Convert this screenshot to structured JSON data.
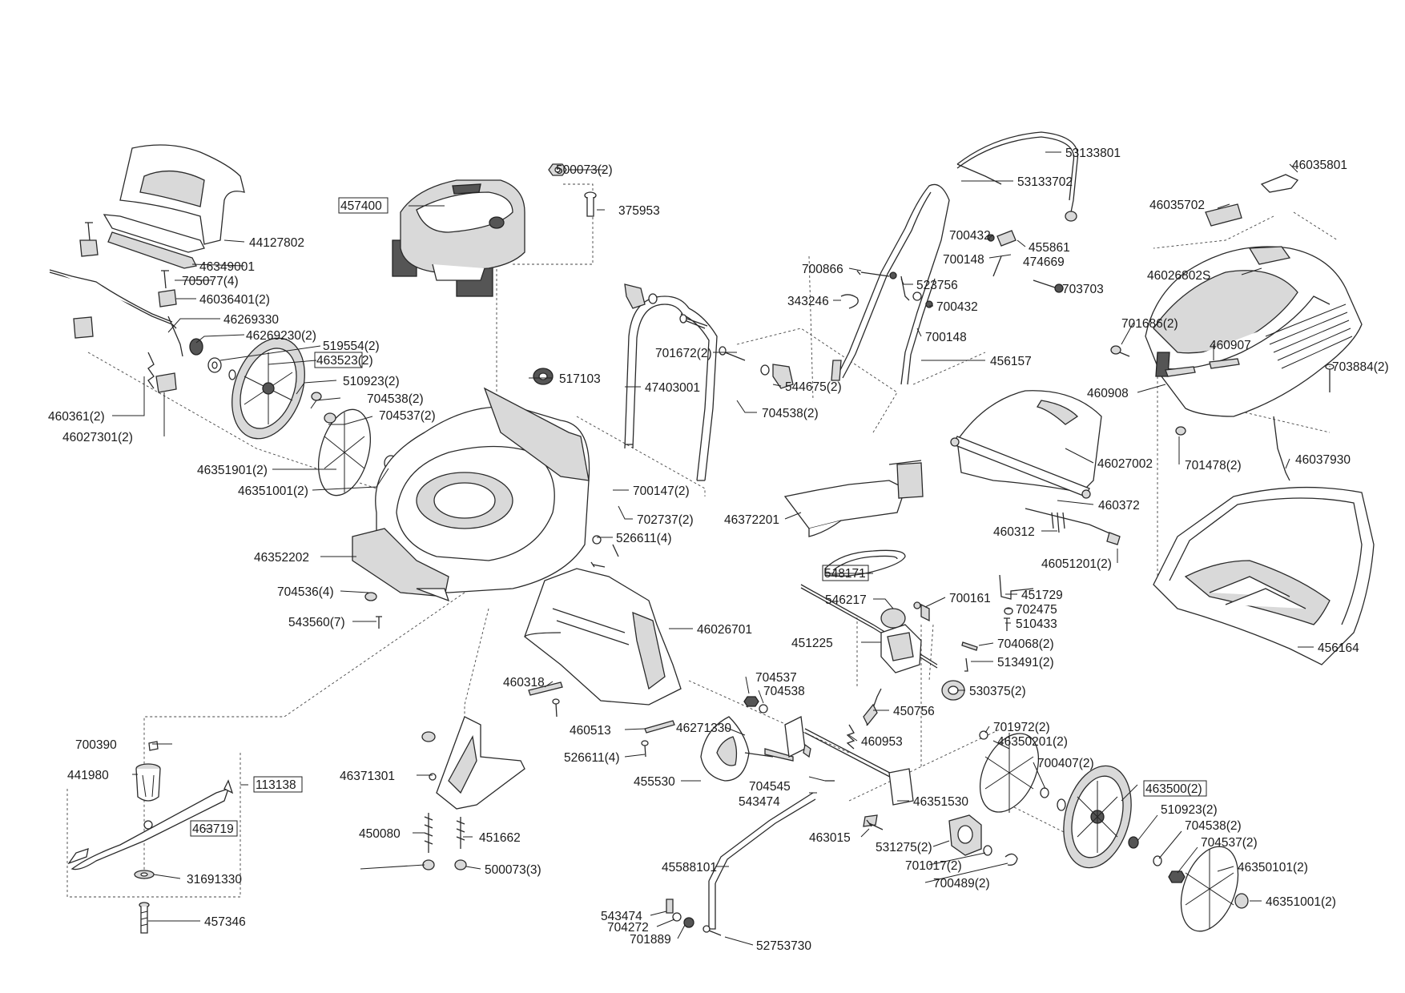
{
  "diagram": {
    "title": "Lawn mower exploded parts diagram",
    "labels": [
      {
        "id": "l457400",
        "text": "457400",
        "boxed": true
      },
      {
        "id": "l500073a",
        "text": "500073(2)"
      },
      {
        "id": "l375953",
        "text": "375953"
      },
      {
        "id": "l44127802",
        "text": "44127802"
      },
      {
        "id": "l46349001",
        "text": "46349001"
      },
      {
        "id": "l705077",
        "text": "705077(4)"
      },
      {
        "id": "l46036401",
        "text": "46036401(2)"
      },
      {
        "id": "l46269330",
        "text": "46269330"
      },
      {
        "id": "l46269230",
        "text": "46269230(2)"
      },
      {
        "id": "l519554",
        "text": "519554(2)"
      },
      {
        "id": "l463523",
        "text": "463523(2)",
        "boxed": true
      },
      {
        "id": "l510923a",
        "text": "510923(2)"
      },
      {
        "id": "l704538a",
        "text": "704538(2)"
      },
      {
        "id": "l704537a",
        "text": "704537(2)"
      },
      {
        "id": "l460361",
        "text": "460361(2)"
      },
      {
        "id": "l46027301",
        "text": "46027301(2)"
      },
      {
        "id": "l46351901",
        "text": "46351901(2)"
      },
      {
        "id": "l46351001a",
        "text": "46351001(2)"
      },
      {
        "id": "l517103",
        "text": "517103"
      },
      {
        "id": "l47403001",
        "text": "47403001"
      },
      {
        "id": "l701672",
        "text": "701672(2)"
      },
      {
        "id": "l544675",
        "text": "544675(2)"
      },
      {
        "id": "l704538b",
        "text": "704538(2)"
      },
      {
        "id": "l700147",
        "text": "700147(2)"
      },
      {
        "id": "l702737",
        "text": "702737(2)"
      },
      {
        "id": "l526611a",
        "text": "526611(4)"
      },
      {
        "id": "l46352202",
        "text": "46352202"
      },
      {
        "id": "l704536",
        "text": "704536(4)"
      },
      {
        "id": "l543560",
        "text": "543560(7)"
      },
      {
        "id": "l53133801",
        "text": "53133801"
      },
      {
        "id": "l53133702",
        "text": "53133702"
      },
      {
        "id": "l700432a",
        "text": "700432"
      },
      {
        "id": "l455861",
        "text": "455861"
      },
      {
        "id": "l700148a",
        "text": "700148"
      },
      {
        "id": "l474669",
        "text": "474669"
      },
      {
        "id": "l700866",
        "text": "700866"
      },
      {
        "id": "l523756",
        "text": "523756"
      },
      {
        "id": "l703703",
        "text": "703703"
      },
      {
        "id": "l343246",
        "text": "343246"
      },
      {
        "id": "l700432b",
        "text": "700432"
      },
      {
        "id": "l700148b",
        "text": "700148"
      },
      {
        "id": "l456157",
        "text": "456157"
      },
      {
        "id": "l46035801",
        "text": "46035801"
      },
      {
        "id": "l46035702",
        "text": "46035702"
      },
      {
        "id": "l46026802S",
        "text": "46026802S"
      },
      {
        "id": "l701686",
        "text": "701686(2)"
      },
      {
        "id": "l460907",
        "text": "460907"
      },
      {
        "id": "l703884",
        "text": "703884(2)"
      },
      {
        "id": "l460908",
        "text": "460908"
      },
      {
        "id": "l701478",
        "text": "701478(2)"
      },
      {
        "id": "l46037930",
        "text": "46037930"
      },
      {
        "id": "l46027002",
        "text": "46027002"
      },
      {
        "id": "l46372201",
        "text": "46372201"
      },
      {
        "id": "l460372",
        "text": "460372"
      },
      {
        "id": "l460312",
        "text": "460312"
      },
      {
        "id": "l46051201",
        "text": "46051201(2)"
      },
      {
        "id": "l548171",
        "text": "548171",
        "boxed": true
      },
      {
        "id": "l546217",
        "text": "546217"
      },
      {
        "id": "l700161",
        "text": "700161"
      },
      {
        "id": "l451729",
        "text": "451729"
      },
      {
        "id": "l702475",
        "text": "702475"
      },
      {
        "id": "l510433",
        "text": "510433"
      },
      {
        "id": "l451225",
        "text": "451225"
      },
      {
        "id": "l704068",
        "text": "704068(2)"
      },
      {
        "id": "l513491",
        "text": "513491(2)"
      },
      {
        "id": "l456164",
        "text": "456164"
      },
      {
        "id": "l46026701",
        "text": "46026701"
      },
      {
        "id": "l460318",
        "text": "460318"
      },
      {
        "id": "l704537b",
        "text": "704537"
      },
      {
        "id": "l704538c",
        "text": "704538"
      },
      {
        "id": "l530375",
        "text": "530375(2)"
      },
      {
        "id": "l450756",
        "text": "450756"
      },
      {
        "id": "l460513",
        "text": "460513"
      },
      {
        "id": "l46271330",
        "text": "46271330"
      },
      {
        "id": "l460953",
        "text": "460953"
      },
      {
        "id": "l526611b",
        "text": "526611(4)"
      },
      {
        "id": "l701972",
        "text": "701972(2)"
      },
      {
        "id": "l46350201",
        "text": "46350201(2)"
      },
      {
        "id": "l700407",
        "text": "700407(2)"
      },
      {
        "id": "l463500",
        "text": "463500(2)",
        "boxed": true
      },
      {
        "id": "l700390",
        "text": "700390"
      },
      {
        "id": "l441980",
        "text": "441980"
      },
      {
        "id": "l113138",
        "text": "113138",
        "boxed": true
      },
      {
        "id": "l46371301",
        "text": "46371301"
      },
      {
        "id": "l455530",
        "text": "455530"
      },
      {
        "id": "l704545",
        "text": "704545"
      },
      {
        "id": "l543474a",
        "text": "543474"
      },
      {
        "id": "l46351530",
        "text": "46351530"
      },
      {
        "id": "l463719",
        "text": "463719",
        "boxed": true
      },
      {
        "id": "l450080",
        "text": "450080"
      },
      {
        "id": "l451662",
        "text": "451662"
      },
      {
        "id": "l463015",
        "text": "463015"
      },
      {
        "id": "l531275",
        "text": "531275(2)"
      },
      {
        "id": "l510923b",
        "text": "510923(2)"
      },
      {
        "id": "l704538d",
        "text": "704538(2)"
      },
      {
        "id": "l704537c",
        "text": "704537(2)"
      },
      {
        "id": "l701017",
        "text": "701017(2)"
      },
      {
        "id": "l700489",
        "text": "700489(2)"
      },
      {
        "id": "l46350101",
        "text": "46350101(2)"
      },
      {
        "id": "l31691330",
        "text": "31691330"
      },
      {
        "id": "l500073b",
        "text": "500073(3)"
      },
      {
        "id": "l45588101",
        "text": "45588101"
      },
      {
        "id": "l46351001b",
        "text": "46351001(2)"
      },
      {
        "id": "l457346",
        "text": "457346"
      },
      {
        "id": "l543474b",
        "text": "543474"
      },
      {
        "id": "l704272",
        "text": "704272"
      },
      {
        "id": "l701889",
        "text": "701889"
      },
      {
        "id": "l52753730",
        "text": "52753730"
      }
    ]
  }
}
